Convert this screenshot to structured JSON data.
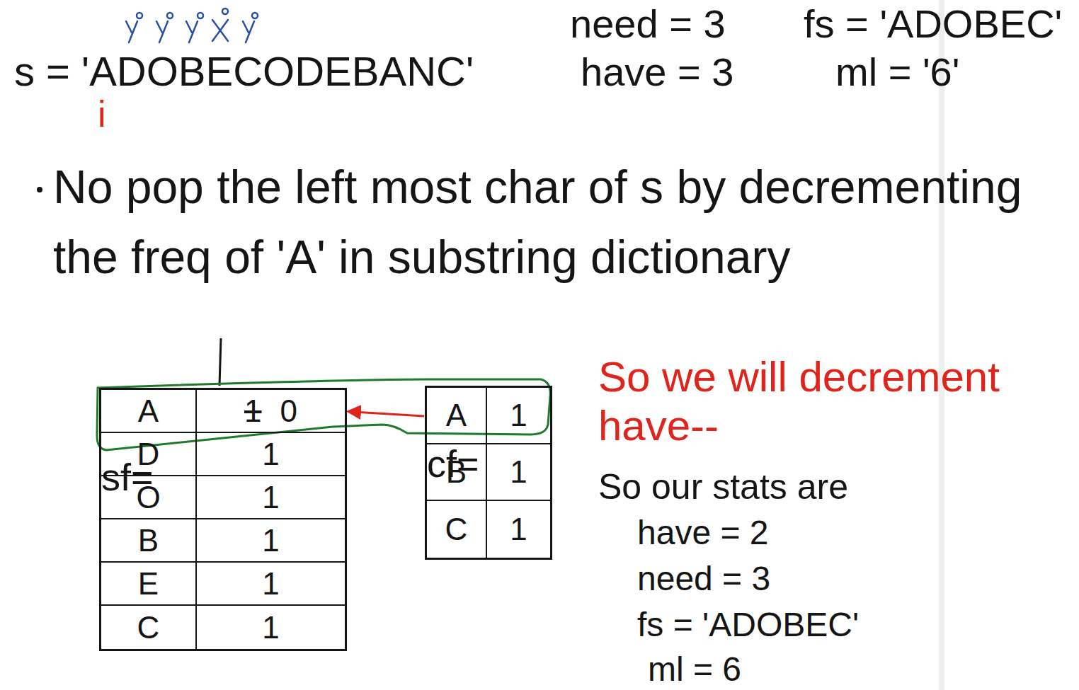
{
  "diagram": {
    "nodes": [
      {
        "text": [
          "sf="
        ]
      },
      {
        "text": [
          "A",
          "1",
          "0"
        ],
        "in": 0
      },
      {
        "text": [
          "D",
          "1"
        ],
        "in": 0
      },
      {
        "text": [
          "O",
          "1"
        ],
        "in": 0
      },
      {
        "text": [
          "B",
          "1"
        ],
        "in": 0
      },
      {
        "text": [
          "E",
          "1"
        ],
        "in": 0
      },
      {
        "text": [
          "C",
          "1"
        ],
        "in": 0
      },
      {
        "text": [
          "cf="
        ]
      },
      {
        "text": [
          "A",
          "1"
        ],
        "in": 7
      },
      {
        "text": [
          "B",
          "1"
        ],
        "in": 7
      },
      {
        "text": [
          "C",
          "1"
        ],
        "in": 7
      }
    ],
    "edges": [
      {
        "from": 8,
        "to": 1,
        "arrow": "to"
      }
    ],
    "labels": [
      "need = 3",
      "fs = 'ADOBEC'",
      "s = 'ADOBECODEBANC'",
      "have = 3",
      "ml = '6'",
      "i",
      "No pop the left most char of s by decrementing the freq of 'A' in substring dictionary",
      "So we will decrement have--",
      "So our stats are",
      "have = 2",
      "need = 3",
      "fs = 'ADOBEC'",
      "ml = 6"
    ]
  }
}
